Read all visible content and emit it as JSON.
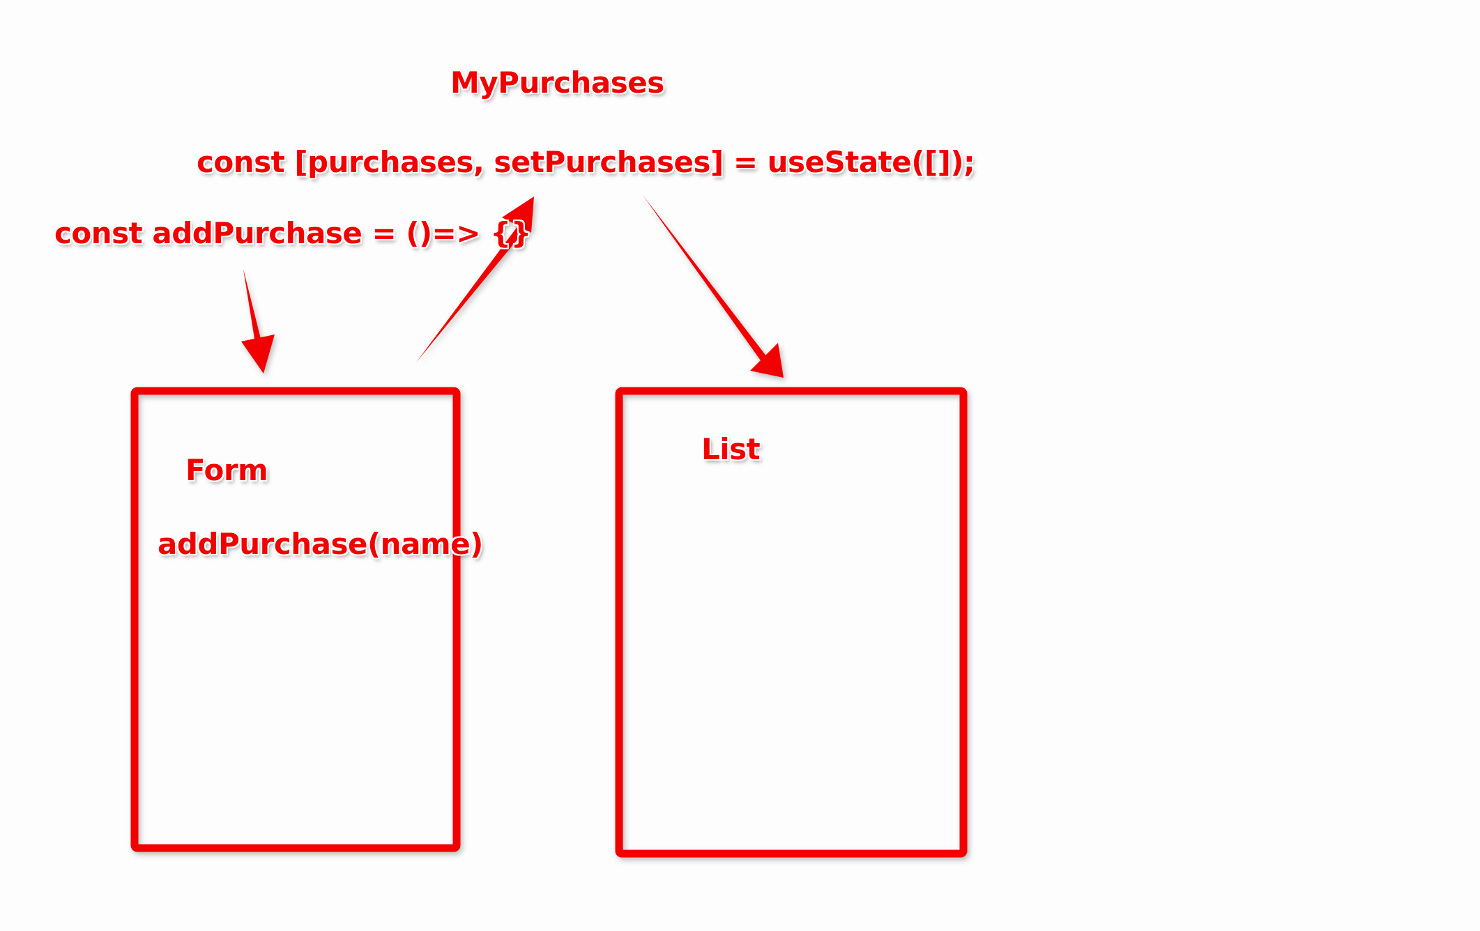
{
  "labels": {
    "component_parent": "MyPurchases",
    "state_hook": "const [purchases, setPurchases] = useState([]);",
    "handler": "const addPurchase = ()=> {}",
    "form_component": "Form",
    "form_call": "addPurchase(name)",
    "list_component": "List"
  },
  "colors": {
    "annotation_red": "#f20000",
    "background": "#fdfdfd"
  }
}
